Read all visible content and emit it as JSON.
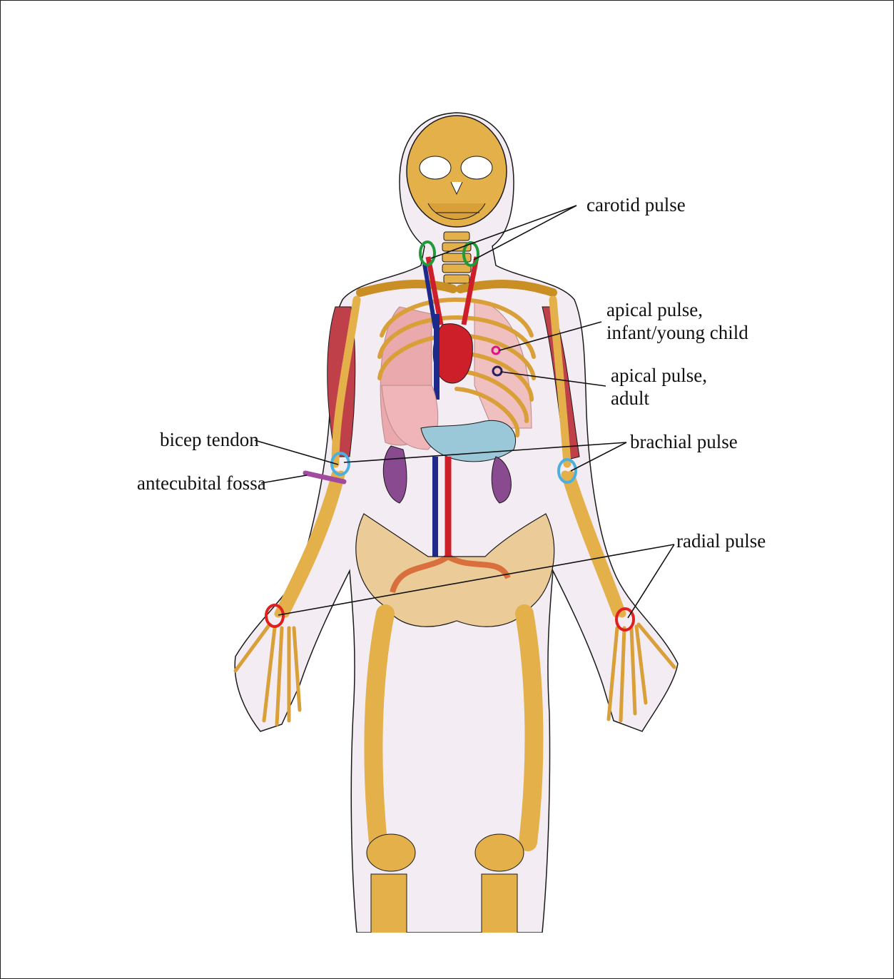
{
  "labels": {
    "carotid": "carotid pulse",
    "apical_child_1": "apical pulse,",
    "apical_child_2": "infant/young child",
    "apical_adult_1": "apical pulse,",
    "apical_adult_2": "adult",
    "bicep": "bicep tendon",
    "antecubital": "antecubital fossa",
    "brachial": "brachial pulse",
    "radial": "radial pulse"
  },
  "marker_colors": {
    "carotid": "#1e9a3a",
    "apical_child": "#e0157e",
    "apical_adult": "#2a1f5c",
    "brachial": "#4ab0e0",
    "antecubital": "#a04aa0",
    "radial": "#e0201e"
  },
  "illustration": {
    "bone": "#e3b04a",
    "bone_dark": "#c98f25",
    "muscle": "#c0404a",
    "artery": "#cc1f2a",
    "vein": "#1d2a8a",
    "lung": "#eaa9ad",
    "stomach": "#9bc8d8",
    "kidney": "#8a4a90",
    "body": "#f4ecf3",
    "outline": "#1a1a1a"
  }
}
